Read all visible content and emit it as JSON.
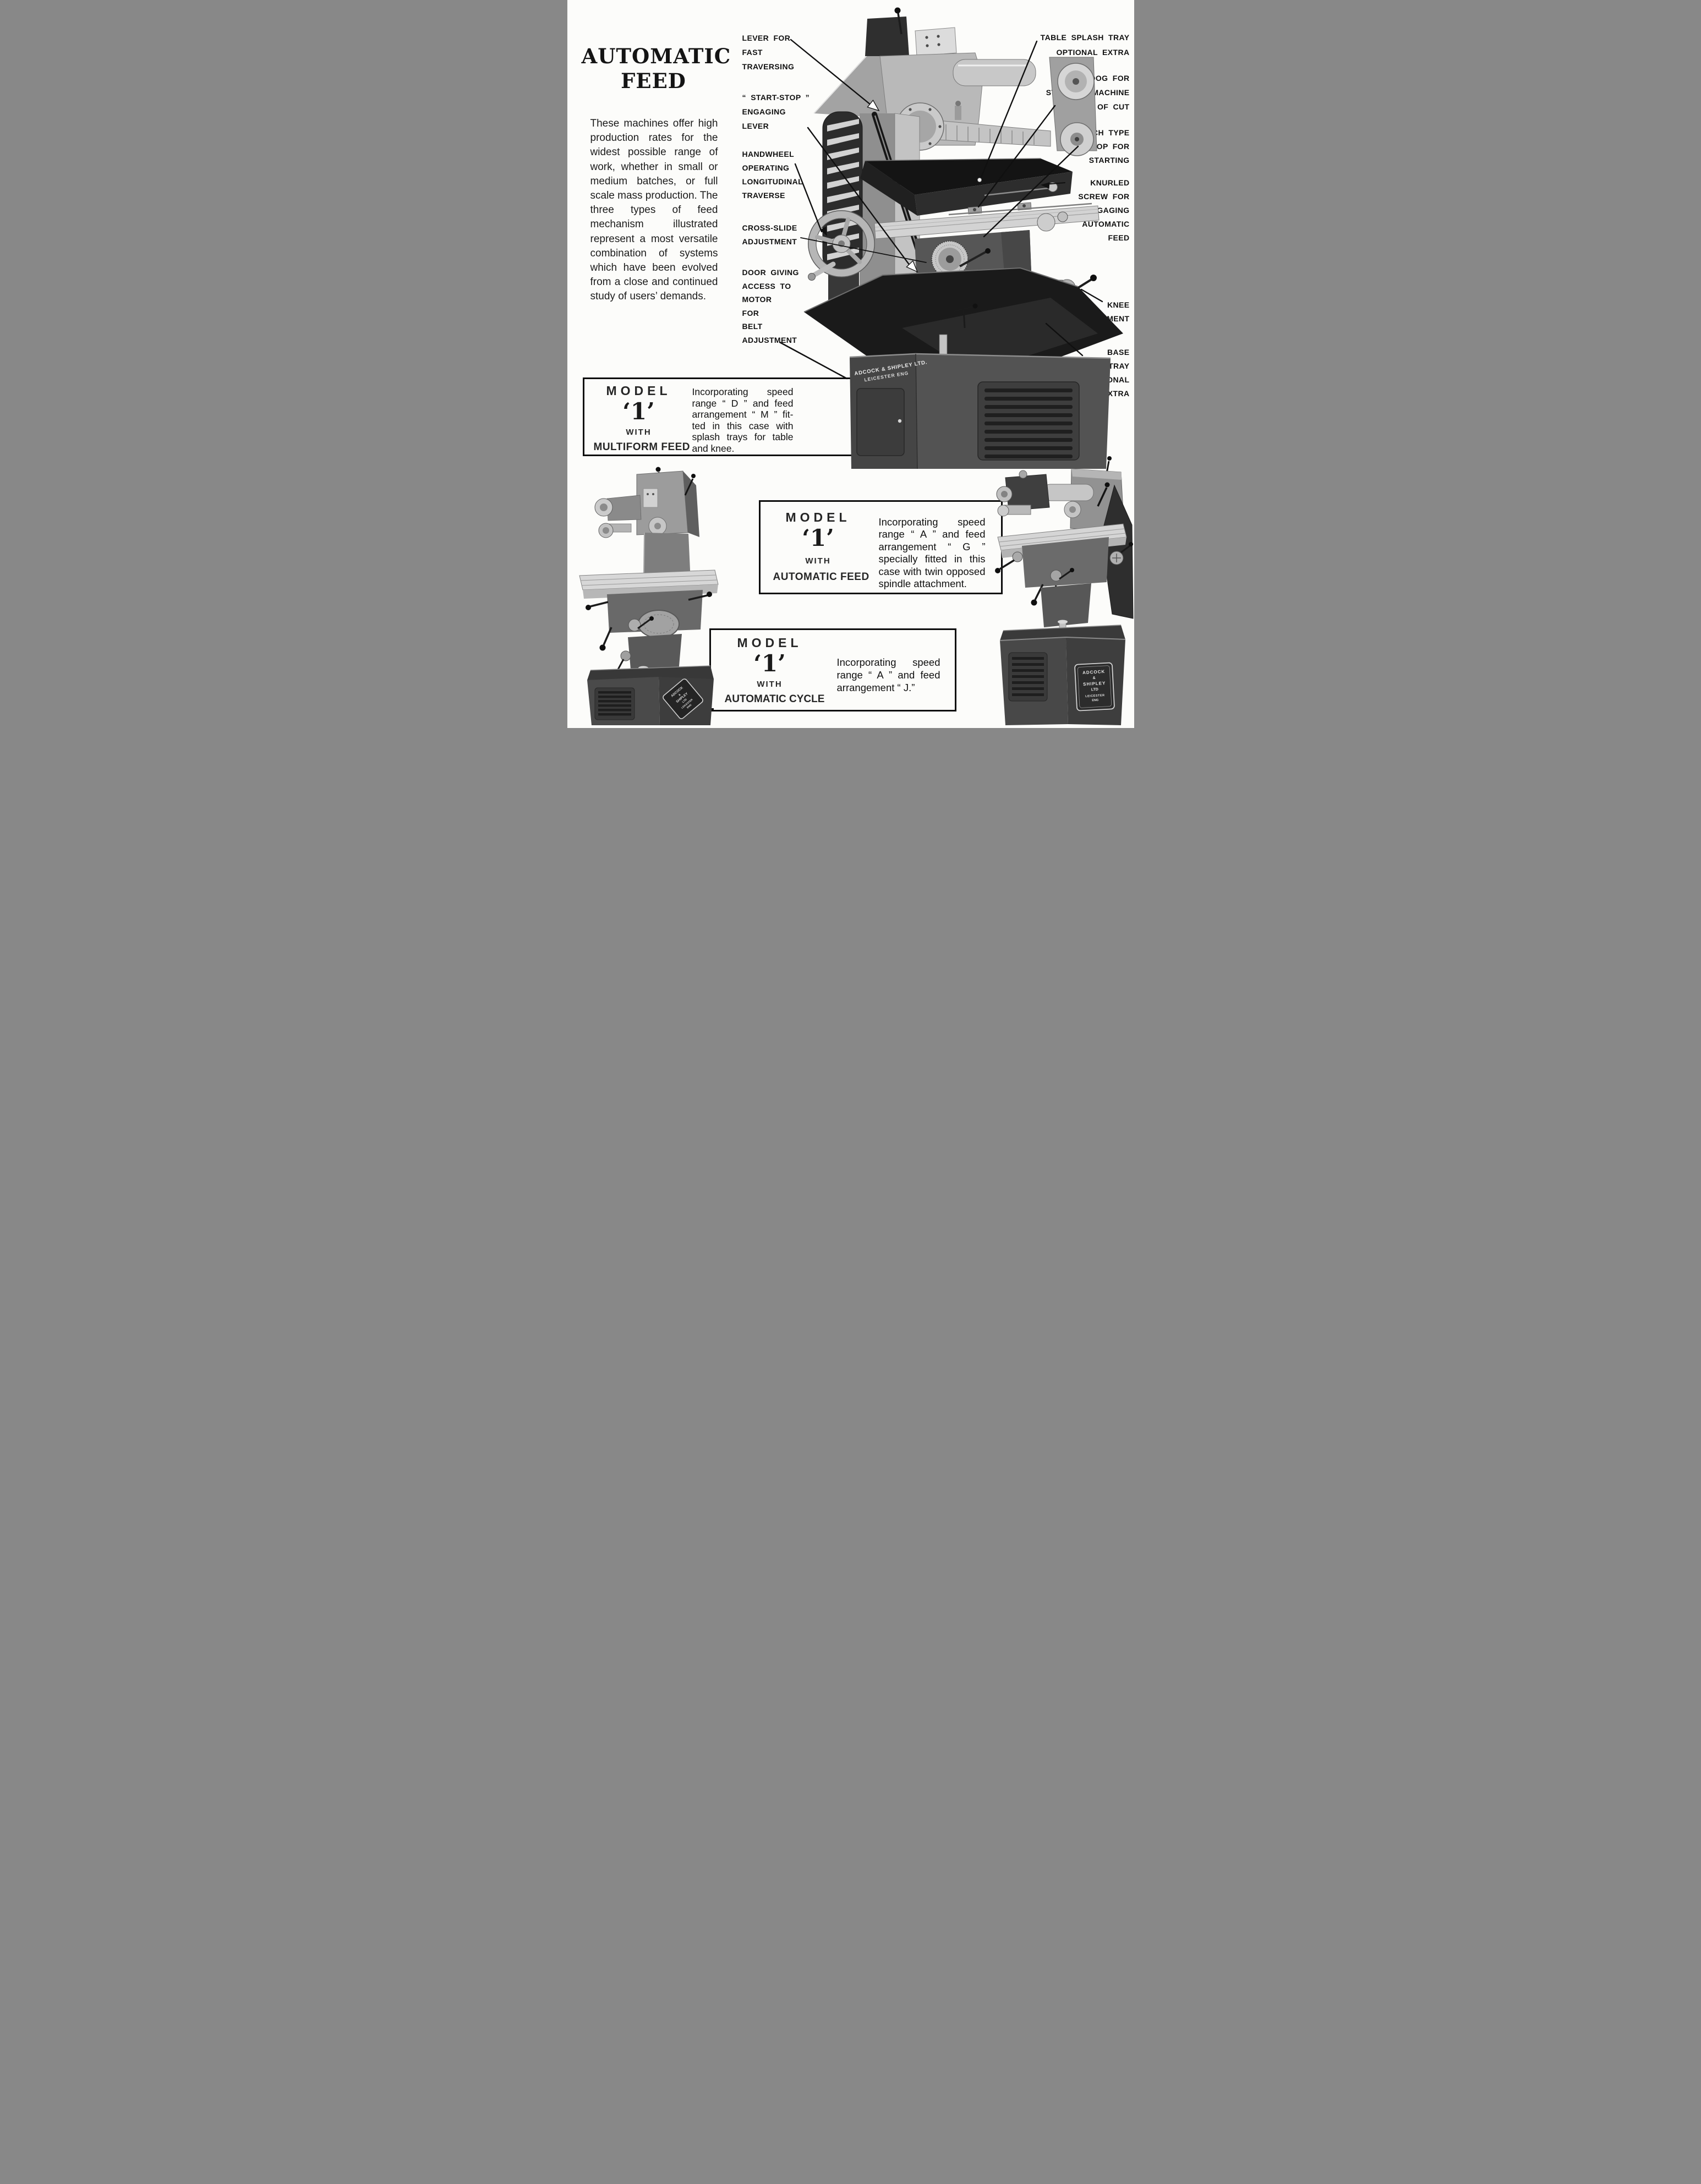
{
  "title": {
    "line1": "AUTOMATIC",
    "line2": "FEED"
  },
  "intro": "These machines offer high production rates for the widest possible range of work, whether in small or medium batches, or full scale mass production. The three types of feed mechanism illustrated represent a most versatile combination of systems which have been evolved from a close and continued study of users’ demands.",
  "callouts": {
    "left": [
      {
        "lines": [
          "LEVER FOR",
          "FAST",
          "TRAVERSING"
        ]
      },
      {
        "lines": [
          "“ START-STOP ”",
          "ENGAGING",
          "LEVER"
        ]
      },
      {
        "lines": [
          "HANDWHEEL",
          "OPERATING",
          "LONGITUDINAL",
          "TRAVERSE"
        ]
      },
      {
        "lines": [
          "CROSS-SLIDE",
          "ADJUSTMENT"
        ]
      },
      {
        "lines": [
          "DOOR GIVING",
          "ACCESS TO",
          "MOTOR",
          "FOR",
          "BELT",
          "ADJUSTMENT"
        ]
      }
    ],
    "right": [
      {
        "lines": [
          "TABLE SPLASH TRAY",
          "OPTIONAL EXTRA"
        ]
      },
      {
        "lines": [
          "DOG FOR",
          "STOPPING MACHINE",
          "AT END OF CUT"
        ]
      },
      {
        "lines": [
          "LATCH TYPE",
          "STOP FOR",
          "STARTING"
        ]
      },
      {
        "lines": [
          "KNURLED",
          "SCREW FOR",
          "DISENGAGING",
          "AUTOMATIC",
          "FEED"
        ]
      },
      {
        "lines": [
          "KNEE",
          "ADJUSTMENT"
        ]
      },
      {
        "lines": [
          "BASE",
          "SPLASH TRAY",
          "OPTIONAL",
          "EXTRA"
        ]
      }
    ]
  },
  "boxes": [
    {
      "model": "MODEL",
      "number": "‘1’",
      "with_label": "WITH",
      "feed_label": "MULTIFORM FEED",
      "desc_lines": [
        "Incorporating speed",
        "range “ D ” and feed",
        "arrangement “ M ” fit-",
        "ted in this case with",
        "splash trays for table",
        "and knee."
      ]
    },
    {
      "model": "MODEL",
      "number": "‘1’",
      "with_label": "WITH",
      "feed_label": "AUTOMATIC FEED",
      "desc_lines": [
        "Incorporating speed",
        "range “ A ” and feed",
        "arrangement  “ G ”",
        "specially fitted in this",
        "case with twin opposed",
        "spindle attachment."
      ]
    },
    {
      "model": "MODEL",
      "number": "‘1’",
      "with_label": "WITH",
      "feed_label": "AUTOMATIC CYCLE",
      "desc_lines": [
        "Incorporating speed",
        "range “ A ” and feed",
        "arrangement “ J.”"
      ]
    }
  ],
  "plates": {
    "main_line1": "ADCOCK & SHIPLEY LTD.",
    "main_line2": "LEICESTER ENG",
    "small": [
      "ADCOCK",
      "&",
      "SHIPLEY",
      "LTD",
      "LEICESTER",
      "ENG"
    ]
  }
}
